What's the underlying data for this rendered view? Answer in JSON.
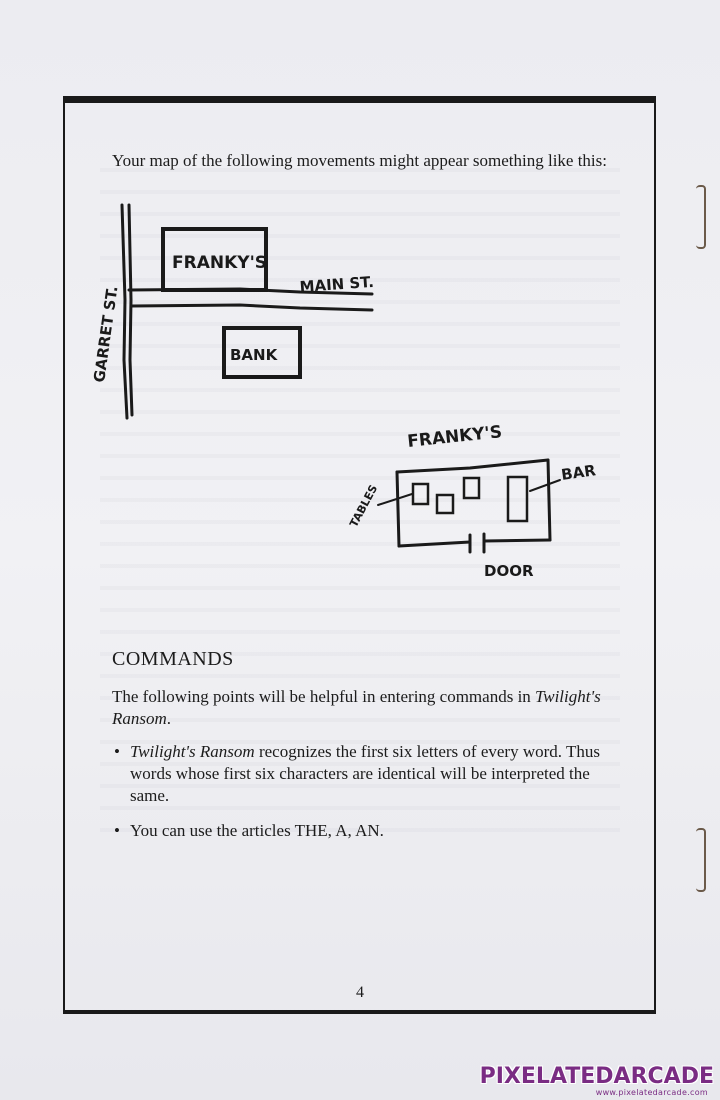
{
  "intro": "Your map of the following movements might appear something like this:",
  "map1": {
    "building_top": "FRANKY'S",
    "street_horizontal": "MAIN ST.",
    "street_vertical": "GARRET ST.",
    "building_bottom": "BANK"
  },
  "map2": {
    "title": "FRANKY'S",
    "tables_label": "TABLES",
    "bar_label": "BAR",
    "door_label": "DOOR"
  },
  "commands": {
    "heading": "COMMANDS",
    "intro_prefix": "The following points will be helpful in entering commands in ",
    "intro_title": "Twilight's Ransom",
    "intro_suffix": ".",
    "bullet_symbol": "•",
    "bullets": [
      {
        "title": "Twilight's Ransom",
        "text": " recognizes the first six letters of every word. Thus words whose first six characters are identical will be interpreted the same."
      },
      {
        "text": "You can use the articles THE, A, AN."
      }
    ]
  },
  "page_number": "4",
  "watermark": {
    "brand": "PIXELATEDARCADE",
    "url": "www.pixelatedarcade.com",
    "color": "#7a2c83"
  }
}
